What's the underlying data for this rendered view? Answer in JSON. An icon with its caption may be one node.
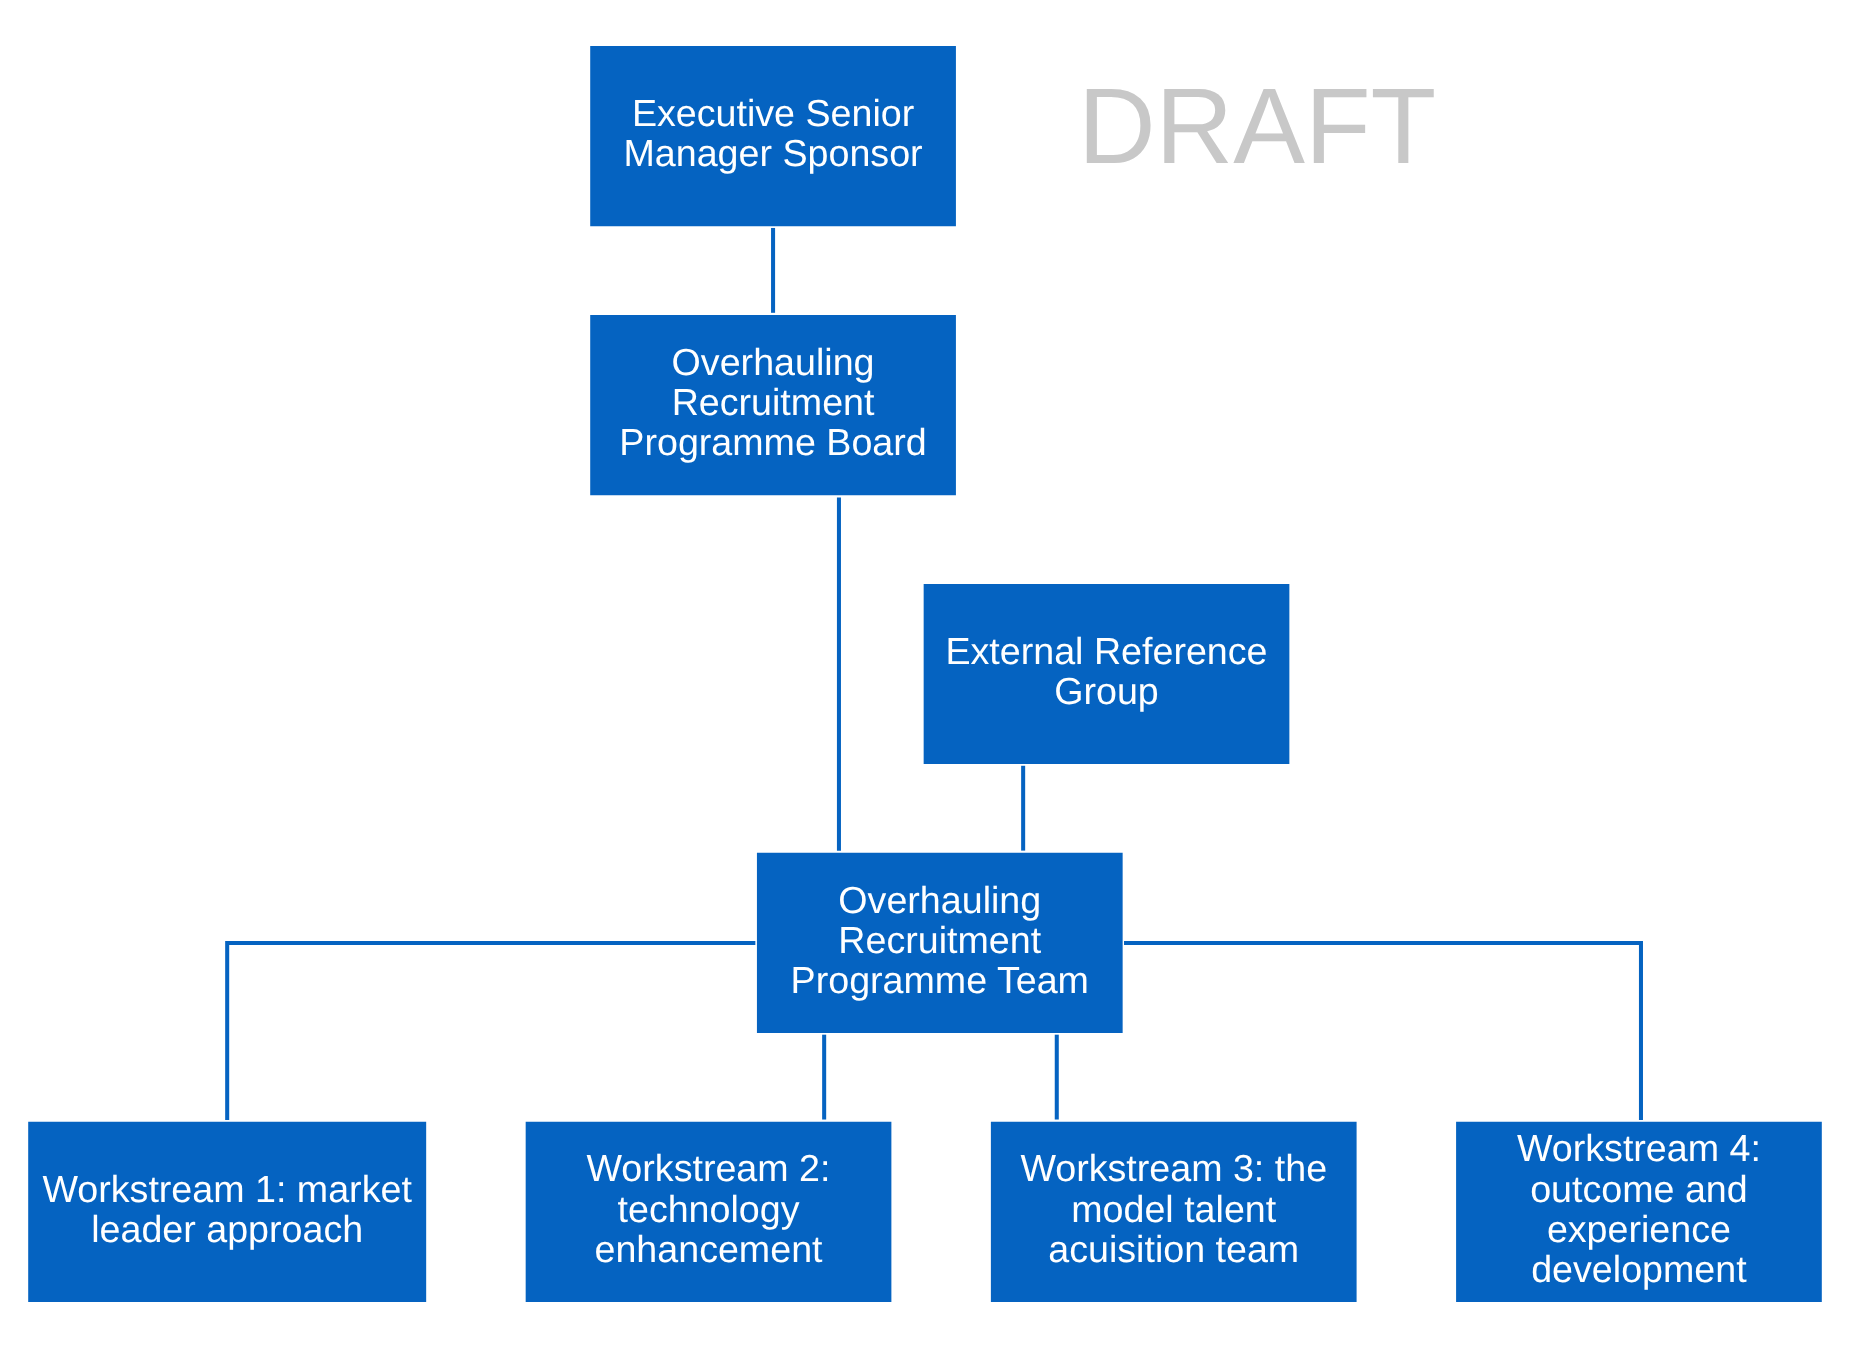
{
  "diagram": {
    "nodes": [
      {
        "text": [
          "Executive Senior Manager Sponsor"
        ]
      },
      {
        "text": [
          "Overhauling Recruitment Programme Board"
        ]
      },
      {
        "text": [
          "External Reference Group"
        ]
      },
      {
        "text": [
          "Overhauling Recruitment Programme Team"
        ]
      },
      {
        "text": [
          "Workstream 1: market leader approach"
        ]
      },
      {
        "text": [
          "Workstream 2: technology enhancement"
        ]
      },
      {
        "text": [
          "Workstream 3: the model talent acuisition team"
        ]
      },
      {
        "text": [
          "Workstream 4: outcome and experience development"
        ]
      }
    ],
    "edges": [
      {
        "from": 0,
        "to": 1,
        "arrow": "none"
      },
      {
        "from": 1,
        "to": 3,
        "arrow": "none"
      },
      {
        "from": 2,
        "to": 3,
        "arrow": "none"
      },
      {
        "from": 3,
        "to": 4,
        "arrow": "none"
      },
      {
        "from": 3,
        "to": 5,
        "arrow": "none"
      },
      {
        "from": 3,
        "to": 6,
        "arrow": "none"
      },
      {
        "from": 3,
        "to": 7,
        "arrow": "none"
      }
    ],
    "labels": [
      "DRAFT"
    ]
  }
}
